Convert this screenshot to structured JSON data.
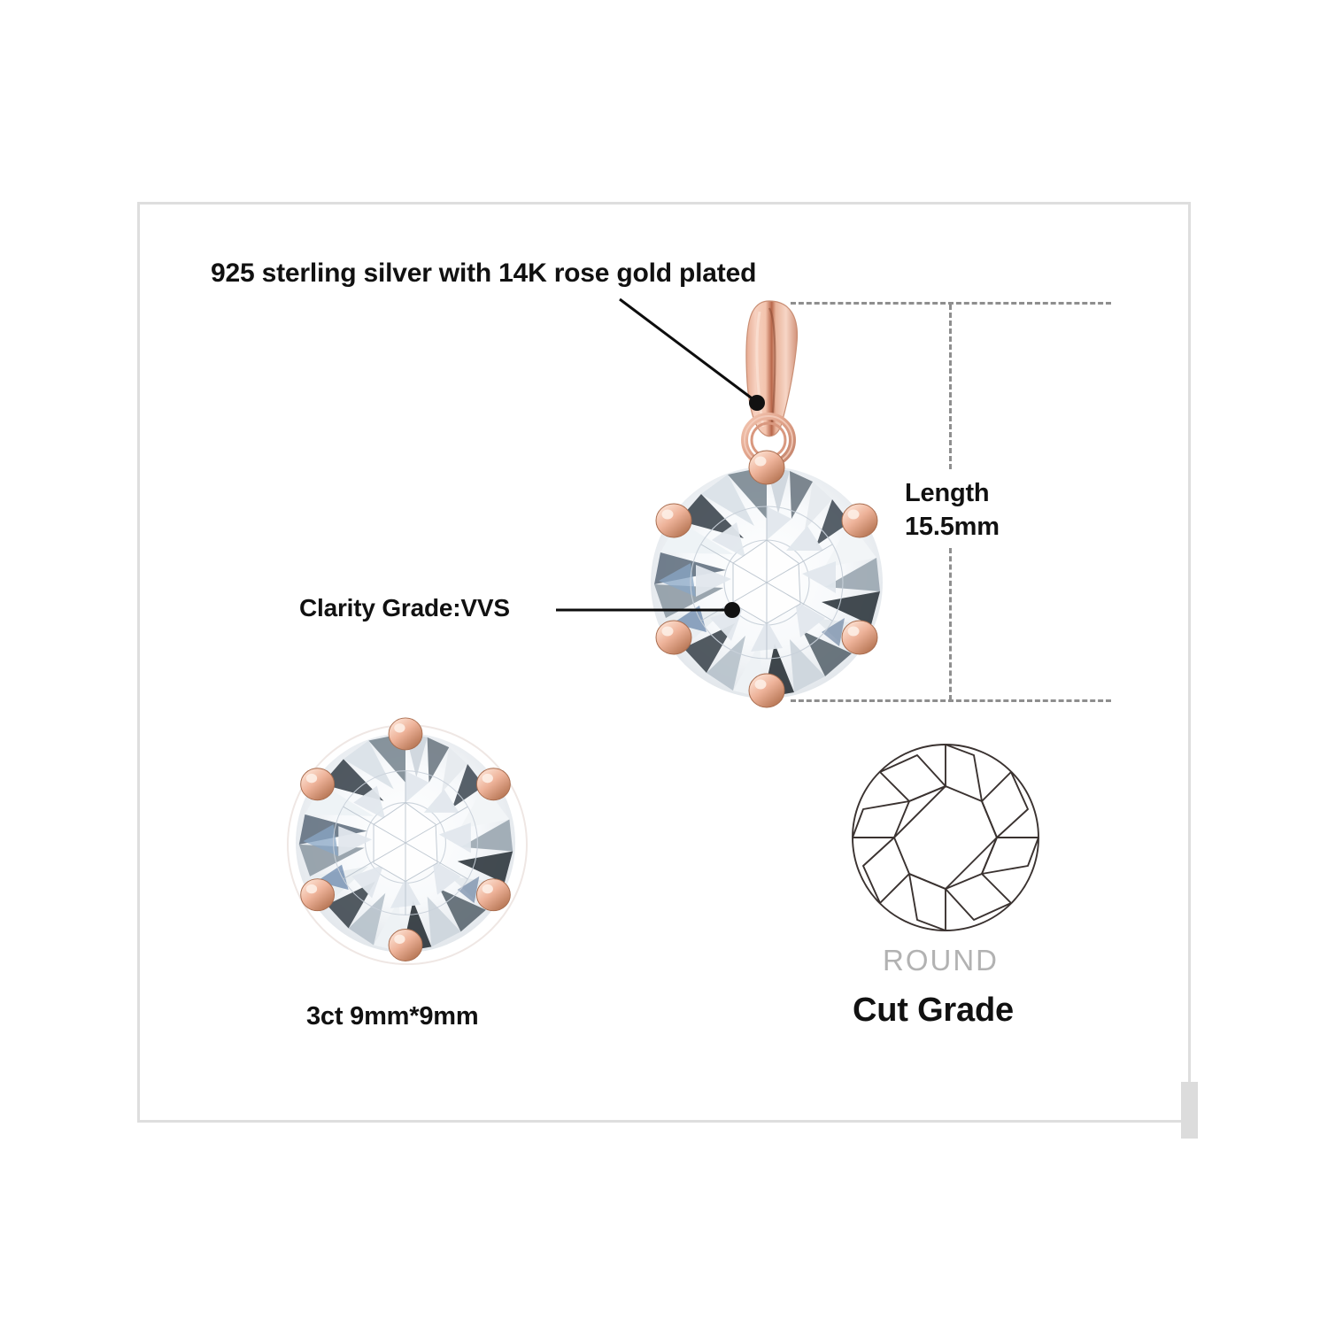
{
  "product": {
    "type": "pendant",
    "annotations": {
      "material": "925 sterling silver with 14K rose gold plated",
      "clarity": "Clarity Grade:VVS",
      "length": "Length\n15.5mm",
      "carat_size": "3ct 9mm*9mm",
      "shape": "ROUND",
      "cut_grade_title": "Cut Grade"
    },
    "colors": {
      "rose_gold_light": "#f0c3b0",
      "rose_gold_mid": "#dfa088",
      "rose_gold_dark": "#bf7c63",
      "frame_border": "#dedede",
      "dimension_line": "#8e8e8e",
      "shape_label": "#b2b2b2",
      "text": "#111111",
      "diagram_stroke": "#3a3230",
      "stud_ring": "#efe7e4"
    },
    "icons": {
      "bail": "pendant-bail-icon",
      "jump_ring": "jump-ring-icon",
      "main_stone": "round-brilliant-gem-icon",
      "stud_stone": "round-brilliant-gem-icon",
      "cut_diagram": "round-brilliant-facet-diagram-icon"
    }
  }
}
